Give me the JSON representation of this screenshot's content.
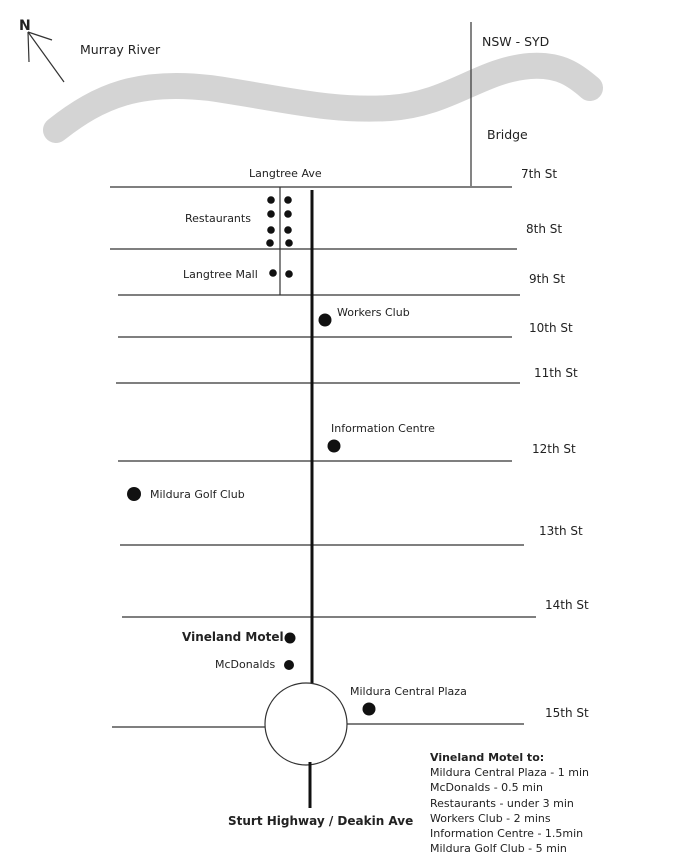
{
  "compass": {
    "label": "N"
  },
  "river": {
    "name": "Murray River"
  },
  "highway_north": {
    "label": "NSW - SYD"
  },
  "bridge": {
    "label": "Bridge"
  },
  "main_road": {
    "label": "Langtree Ave"
  },
  "highway_south": {
    "label": "Sturt Highway / Deakin Ave"
  },
  "streets": [
    "7th St",
    "8th St",
    "9th St",
    "10th St",
    "11th St",
    "12th St",
    "13th St",
    "14th St",
    "15th St"
  ],
  "places": {
    "restaurants": "Restaurants",
    "langtree_mall": "Langtree Mall",
    "workers_club": "Workers Club",
    "information_centre": "Information Centre",
    "golf_club": "Mildura Golf Club",
    "motel": "Vineland Motel",
    "mcdonalds": "McDonalds",
    "central_plaza": "Mildura Central Plaza"
  },
  "legend": {
    "title": "Vineland Motel to:",
    "items": [
      "Mildura Central Plaza - 1 min",
      "McDonalds - 0.5 min",
      "Restaurants - under 3 min",
      "Workers Club - 2 mins",
      "Information Centre - 1.5min",
      "Mildura Golf Club - 5 min"
    ]
  },
  "colors": {
    "river": "#d4d4d4",
    "lines": "#333333",
    "markers": "#111111"
  }
}
